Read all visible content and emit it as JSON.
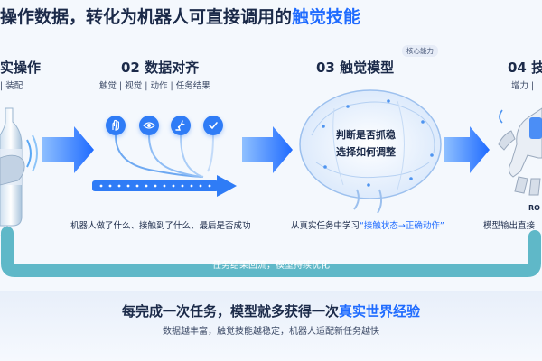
{
  "title": {
    "prefix": "操作数据，转化为机器人可直接调用的",
    "highlight": "触觉技能"
  },
  "steps": [
    {
      "title": "实操作",
      "sub": "| 装配"
    },
    {
      "title": "02 数据对齐",
      "sub": "触觉 | 视觉 | 动作 | 任务结果",
      "caption": "机器人做了什么、接触到了什么、最后是否成功"
    },
    {
      "title": "03 触觉模型",
      "badge": "核心能力",
      "brain_line1": "判断是否抓稳",
      "brain_line2": "选择如何调整",
      "caption_prefix": "从真实任务中学习",
      "caption_highlight": "“接触状态→正确动作”"
    },
    {
      "title": "04 技",
      "sub": "增力 | ",
      "ro_label": "RO",
      "caption": "模型输出直接"
    }
  ],
  "loop_label": "任务结果回流，模型持续优化",
  "bottom": {
    "main_prefix": "每完成一次任务，模型就多获得一次",
    "main_highlight": "真实世界经验",
    "sub": "数据越丰富，触觉技能越稳定，机器人适配新任务越快"
  },
  "icons": [
    "hand-icon",
    "eye-icon",
    "robot-arm-icon",
    "check-icon"
  ],
  "colors": {
    "accent": "#1f6bff",
    "arrow": "#2f7cf6",
    "dark": "#1b2a49",
    "loop": "#5fb8c8"
  }
}
